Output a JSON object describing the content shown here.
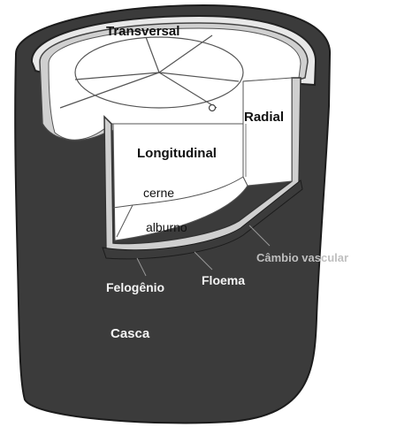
{
  "labels": {
    "transversal": "Transversal",
    "radial": "Radial",
    "longitudinal": "Longitudinal",
    "cerne": "cerne",
    "alburno": "alburno",
    "cambio_vascular": "Câmbio vascular",
    "felogenio": "Felogênio",
    "floema": "Floema",
    "casca": "Casca"
  },
  "colors": {
    "bark": "#3b3b3b",
    "bark_edge": "#1c1c1c",
    "wood_face": "#ffffff",
    "inner_ring": "#cfcfcf",
    "line": "#555555",
    "label_dark": "#111111",
    "label_light": "#f4f4f4",
    "label_faint": "#bfbfbf"
  }
}
